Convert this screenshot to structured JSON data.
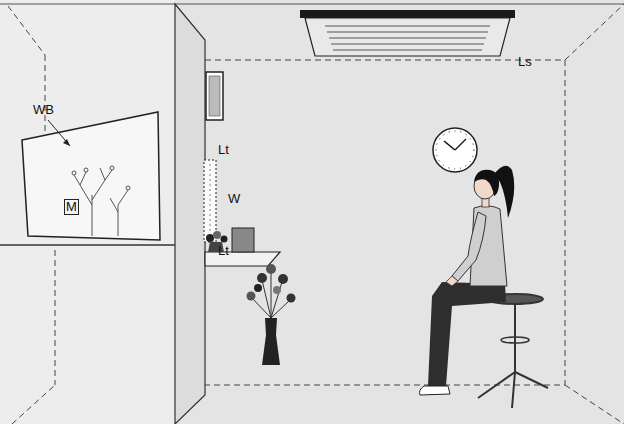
{
  "diagram": {
    "labels": [
      "Ls",
      "WB",
      "Lt",
      "W",
      "M",
      "Lt"
    ]
  }
}
